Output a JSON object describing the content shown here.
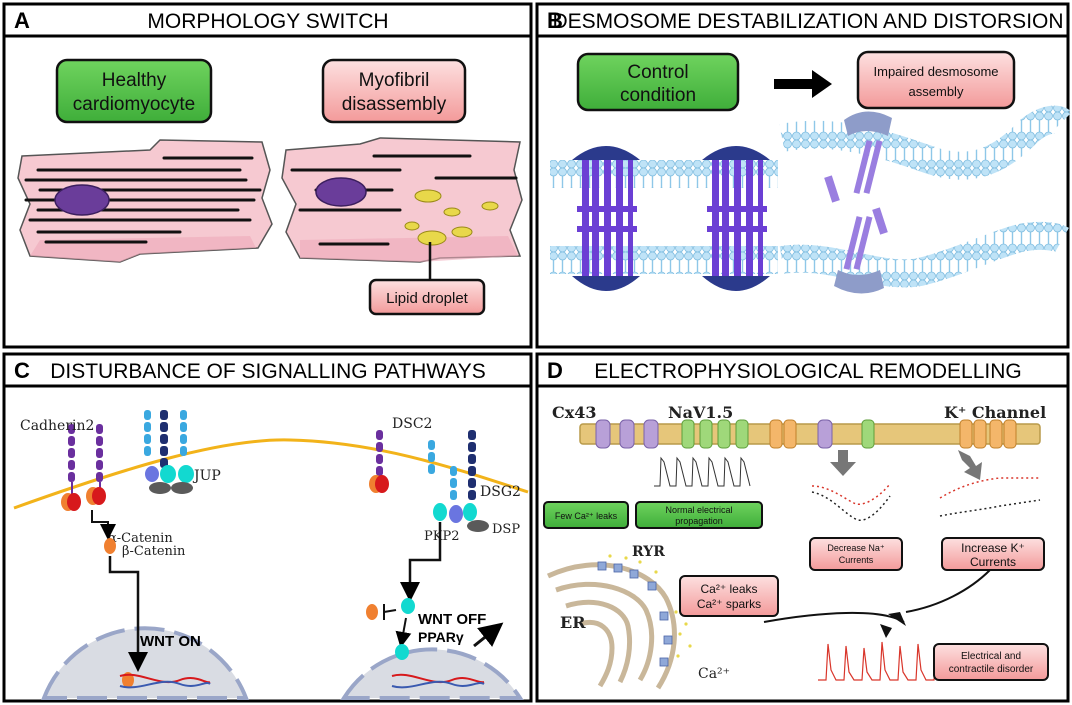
{
  "panels": {
    "a": {
      "letter": "A",
      "title": "MORPHOLOGY SWITCH",
      "healthy_line1": "Healthy",
      "healthy_line2": "cardiomyocyte",
      "myofibril_line1": "Myofibril",
      "myofibril_line2": "disassembly",
      "lipid": "Lipid droplet"
    },
    "b": {
      "letter": "B",
      "title": "DESMOSOME DESTABILIZATION AND DISTORSION",
      "control_line1": "Control",
      "control_line2": "condition",
      "impaired_line1": "Impaired desmosome",
      "impaired_line2": "assembly"
    },
    "c": {
      "letter": "C",
      "title": "DISTURBANCE OF SIGNALLING PATHWAYS",
      "cadherin": "Cadherin2",
      "jup": "JUP",
      "alpha": "α-Catenin",
      "beta": "β-Catenin",
      "wnt_on": "WNT ON",
      "dsc": "DSC2",
      "dsg": "DSG2",
      "pkp": "PKP2",
      "dsp": "DSP",
      "wnt_off": "WNT OFF",
      "ppar": "PPARγ"
    },
    "d": {
      "letter": "D",
      "title": "ELECTROPHYSIOLOGICAL REMODELLING",
      "cx43": "Cx43",
      "nav": "NaV1.5",
      "kchannel": "K⁺ Channel",
      "few_leaks": "Few Ca²⁺ leaks",
      "normal_line1": "Normal electrical",
      "normal_line2": "propagation",
      "decrease_line1": "Decrease Na⁺",
      "decrease_line2": "Currents",
      "increase_line1": "Increase K⁺",
      "increase_line2": "Currents",
      "ryr": "RYR",
      "er": "ER",
      "leaks_line1": "Ca²⁺ leaks",
      "leaks_line2": "Ca²⁺ sparks",
      "ca": "Ca²⁺",
      "disorder_line1": "Electrical and",
      "disorder_line2": "contractile disorder"
    }
  },
  "colors": {
    "green_box": "#5cc84e",
    "pink_box": "#f7a9a9",
    "cell_pink": "#f4c6cf",
    "nucleus": "#6a3d9a",
    "lipid": "#e8d84a",
    "membrane": "#a9d6ef",
    "desmosome": "#2b3a8c",
    "track_red": "#d9362b"
  }
}
